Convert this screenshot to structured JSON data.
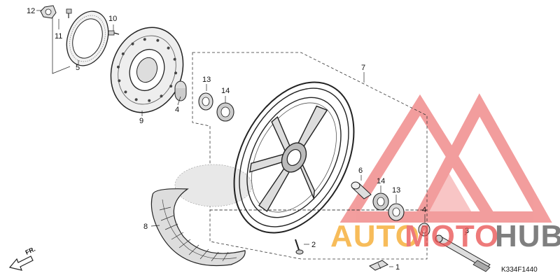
{
  "callouts": [
    {
      "id": "c1",
      "text": "1"
    },
    {
      "id": "c2",
      "text": "2"
    },
    {
      "id": "c3",
      "text": "3"
    },
    {
      "id": "c4a",
      "text": "4"
    },
    {
      "id": "c4b",
      "text": "4"
    },
    {
      "id": "c5",
      "text": "5"
    },
    {
      "id": "c6",
      "text": "6"
    },
    {
      "id": "c7",
      "text": "7"
    },
    {
      "id": "c8",
      "text": "8"
    },
    {
      "id": "c9",
      "text": "9"
    },
    {
      "id": "c10",
      "text": "10"
    },
    {
      "id": "c11",
      "text": "11"
    },
    {
      "id": "c12",
      "text": "12"
    },
    {
      "id": "c13a",
      "text": "13"
    },
    {
      "id": "c13b",
      "text": "13"
    },
    {
      "id": "c14a",
      "text": "14"
    },
    {
      "id": "c14b",
      "text": "14"
    }
  ],
  "direction_label": "FR.",
  "diagram_code": "K334F1440",
  "watermark": {
    "part1": "AUTO",
    "part2": "MOTO",
    "part3": "HUB",
    "color_orange": "#F5A623",
    "color_red": "#E94E4E",
    "color_gray": "#555555"
  }
}
